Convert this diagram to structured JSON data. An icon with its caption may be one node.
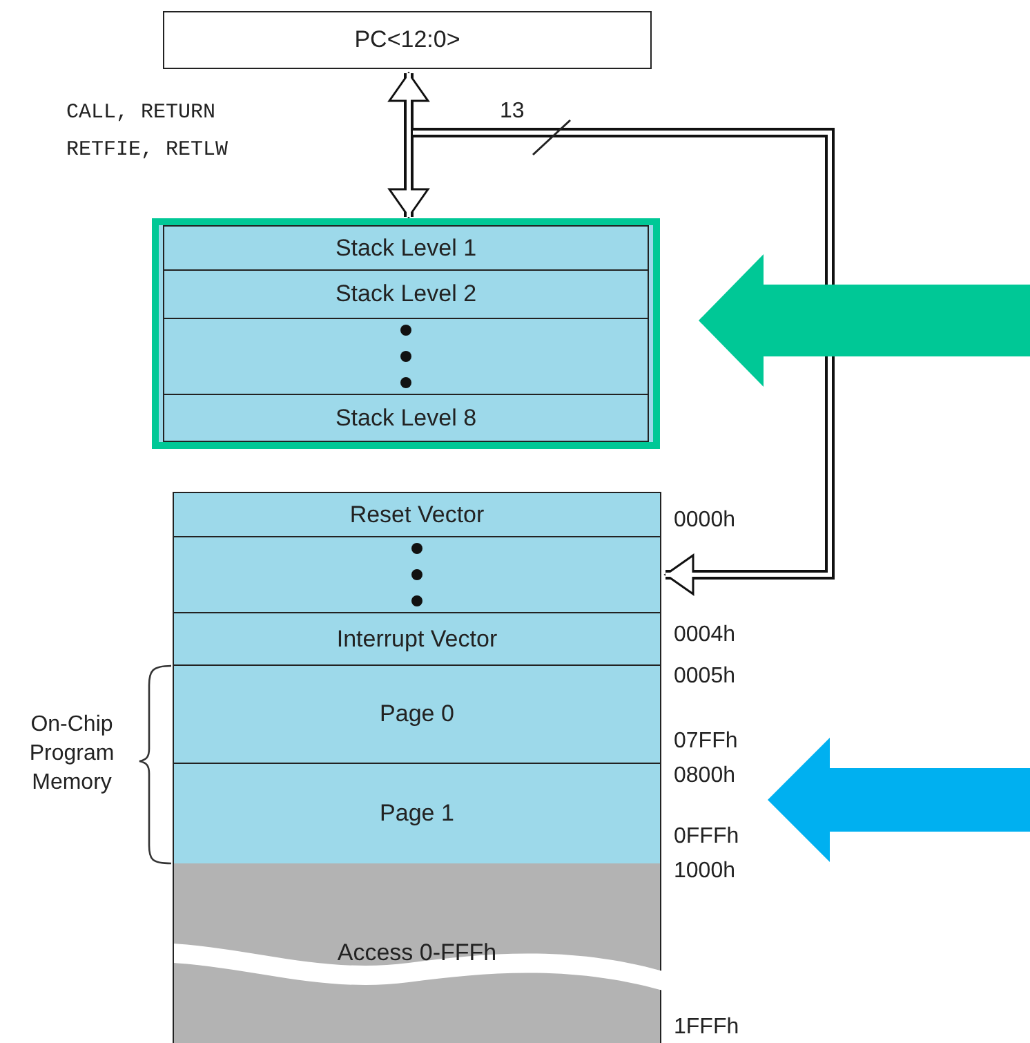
{
  "diagram": {
    "nodes": [
      {
        "text": [
          "PC<12:0>"
        ]
      },
      {
        "text": [],
        "shape": "box"
      },
      {
        "text": [
          "Stack Level 1"
        ],
        "in": 1
      },
      {
        "text": [
          "Stack Level 2"
        ],
        "in": 1
      },
      {
        "text": [],
        "shape": "box",
        "in": 1
      },
      {
        "text": [
          "Stack Level 8"
        ],
        "in": 1
      },
      {
        "text": [
          "Reset Vector"
        ]
      },
      {
        "text": [],
        "shape": "box"
      },
      {
        "text": [
          "Interrupt Vector"
        ]
      },
      {
        "text": [
          "Page 0"
        ]
      },
      {
        "text": [
          "Page 1"
        ]
      },
      {
        "text": [
          "Access 0-FFFh"
        ]
      }
    ],
    "edges": [
      {
        "from": 0,
        "to": 1,
        "arrow": "both"
      },
      {
        "from": 0,
        "to": 7,
        "arrow": "to",
        "label": "13"
      },
      {
        "from": null,
        "to": 1,
        "arrow": "to",
        "style": "thick",
        "color": "#00c896"
      },
      {
        "from": null,
        "to": 10,
        "arrow": "to",
        "style": "thick",
        "color": "#00b0f0"
      }
    ],
    "labels": [
      "CALL, RETURN RETFIE, RETLW",
      "On-Chip Program Memory",
      "0000h",
      "0004h",
      "0005h",
      "07FFh",
      "0800h",
      "0FFFh",
      "1000h",
      "1FFFh"
    ]
  }
}
